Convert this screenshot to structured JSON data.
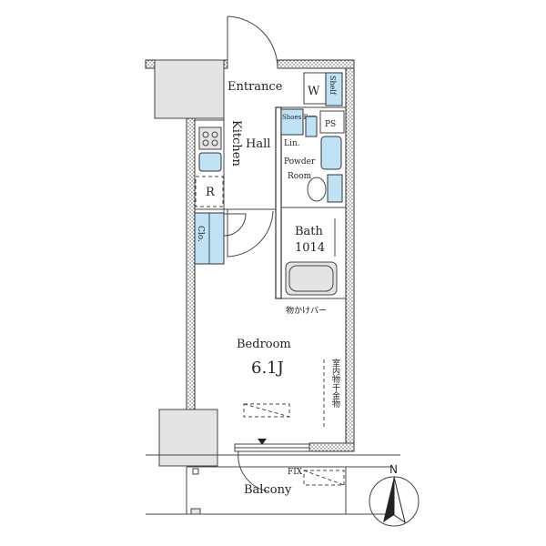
{
  "rooms": {
    "entrance": "Entrance",
    "hall": "Hall",
    "kitchen": "Kitchen",
    "linen": "Lin.",
    "powder_room": "Powder\nRoom",
    "bath": "Bath",
    "bath_size": "1014",
    "bedroom": "Bedroom",
    "bedroom_size": "6.1J",
    "balcony": "Balcony"
  },
  "fixtures": {
    "washer": "W",
    "shelf": "Shelf",
    "shoes_box": "Shoes Box",
    "pipe_space": "PS",
    "refrigerator": "R",
    "closet": "Clo.",
    "hanging_bar": "物かけバー",
    "indoor_drying": "室内物干金物",
    "fix_window": "FIX"
  },
  "compass": {
    "north": "N"
  }
}
